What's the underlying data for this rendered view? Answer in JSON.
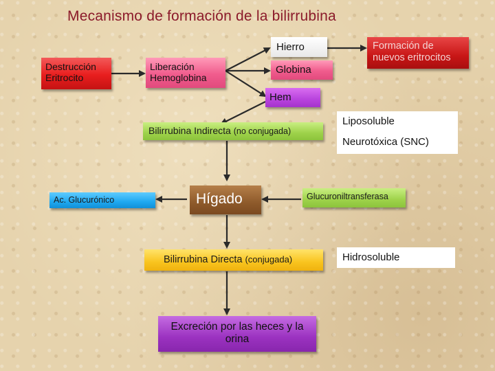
{
  "title": "Mecanismo de formación de la bilirrubina",
  "nodes": {
    "destruccion": "Destrucción Eritrocito",
    "liberacion": "Liberación Hemoglobina",
    "hierro": "Hierro",
    "globina": "Globina",
    "formacion": "Formación de nuevos eritrocitos",
    "hem": "Hem",
    "bili_indirecta": "Bilirrubina Indirecta",
    "bili_indirecta_note": "(no conjugada)",
    "liposoluble": "Liposoluble",
    "neurotoxica": "Neurotóxica (SNC)",
    "ac_glucuronico": "Ac. Glucurónico",
    "higado": "Hígado",
    "glucuronil": "Glucuroniltransferasa",
    "bili_directa": "Bilirrubina Directa",
    "bili_directa_note": "(conjugada)",
    "hidrosoluble": "Hidrosoluble",
    "excrecion": "Excreción por las heces y la orina"
  },
  "colors": {
    "title": "#8b1a2a",
    "destruccion": "#e81e1e",
    "liberacion": "#f05c8d",
    "hierro": "#e8e8e8",
    "globina": "#f05c8d",
    "formacion": "#c81616",
    "hem": "#b843dd",
    "bili_indirecta": "#9ed24a",
    "ac_glucuronico": "#1fa8f0",
    "higado": "#8e5a2b",
    "glucuronil": "#9ed24a",
    "bili_directa": "#f9c41e",
    "excrecion": "#9b32c0",
    "arrow": "#2a2a2a"
  }
}
